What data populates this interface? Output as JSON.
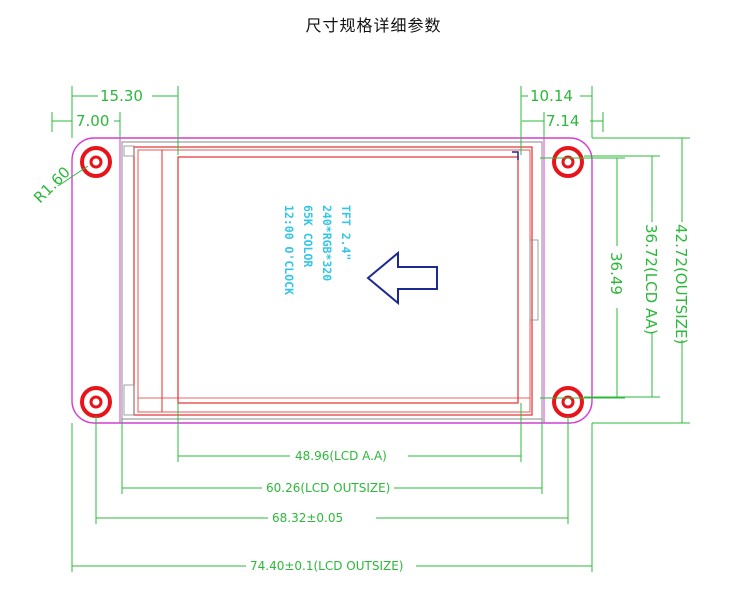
{
  "title": "尺寸规格详细参数",
  "colors": {
    "dimension": "#2cb83a",
    "outline": "#d43fd4",
    "inner": "#e03030",
    "holes": "#e8141c",
    "label_text": "#34c6e8",
    "arrow": "#1d2a8f",
    "frame": "#8a8a8a"
  },
  "dimensions": {
    "top_left_1": "15.30",
    "top_left_2": "7.00",
    "top_right_1": "10.14",
    "top_right_2": "7.14",
    "radius": "R1.60",
    "right_outside": "42.72(OUTSIZE)",
    "right_lcd_aa": "36.72(LCD AA)",
    "right_inner": "36.49",
    "bottom_lcd_aa": "48.96(LCD A.A)",
    "bottom_lcd_outsize": "60.26(LCD OUTSIZE)",
    "bottom_holes": "68.32±0.05",
    "bottom_total": "74.40±0.1(LCD OUTSIZE)"
  },
  "screen_label": {
    "line1": "TFT 2.4\"",
    "line2": "240*RGB*320",
    "line3": "65K COLOR",
    "line4": "12:00 O'CLOCK"
  }
}
